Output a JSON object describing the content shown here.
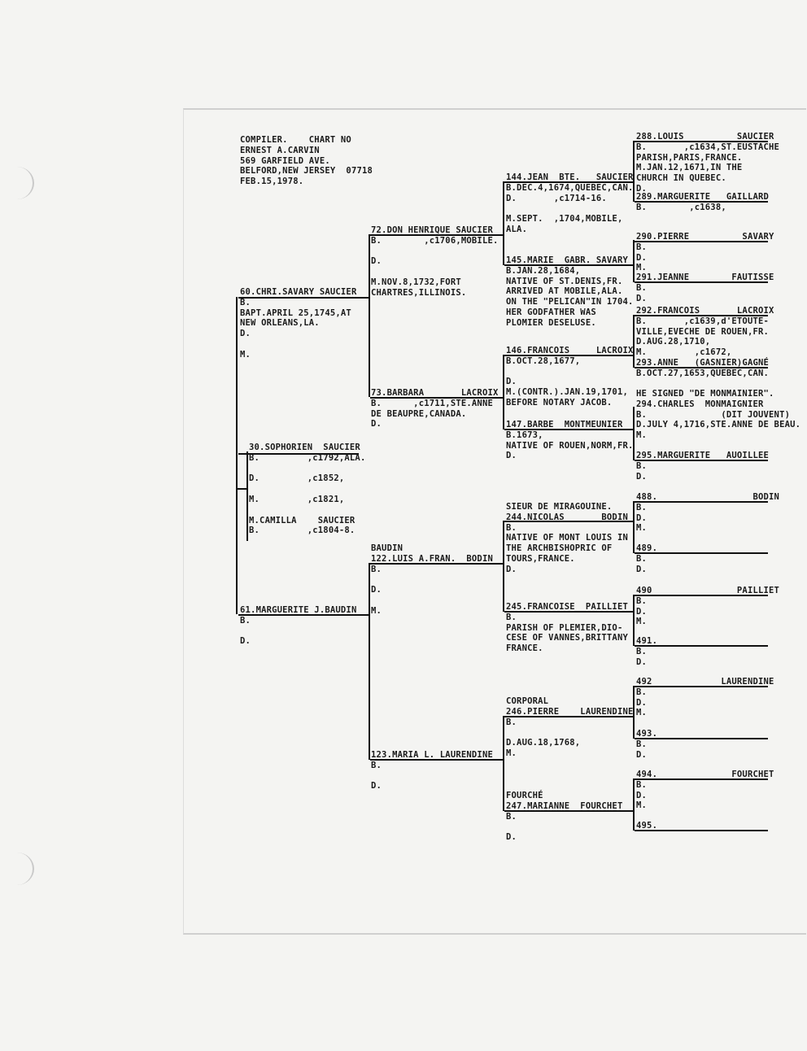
{
  "header": {
    "lines": [
      "COMPILER.    CHART NO",
      "ERNEST A.CARVIN",
      "569 GARFIELD AVE.",
      "BELFORD,NEW JERSEY  07718",
      "FEB.15,1978."
    ]
  },
  "p30": [
    "30.SOPHORIEN  SAUCIER",
    "B.         ,c1792,ALA.",
    "",
    "D.         ,c1852,",
    "",
    "M.         ,c1821,",
    "",
    "M.CAMILLA    SAUCIER",
    "B.         ,c1804-8."
  ],
  "p60": [
    "60.CHRI.SAVARY SAUCIER",
    "B.",
    "BAPT.APRIL 25,1745,AT",
    "NEW ORLEANS,LA.",
    "D.",
    "",
    "M."
  ],
  "p61": [
    "61.MARGUERITE J.BAUDIN",
    "B.",
    "",
    "D."
  ],
  "p72": [
    "72.DON HENRIQUE SAUCIER",
    "B.        ,c1706,MOBILE.",
    "",
    "D.",
    "",
    "M.NOV.8,1732,FORT",
    "CHARTRES,ILLINOIS."
  ],
  "p73": [
    "73.BARBARA       LACROIX",
    "B.      ,c1711,STE.ANNE",
    "DE BEAUPRE,CANADA.",
    "D."
  ],
  "p122": [
    "BAUDIN",
    "122.LUIS A.FRAN.  BODIN",
    "B.",
    "",
    "D.",
    "",
    "M."
  ],
  "p123": [
    "123.MARIA L. LAURENDINE",
    "B.",
    "",
    "D."
  ],
  "p144": [
    "144.JEAN  BTE.   SAUCIER",
    "B.DEC.4,1674,QUEBEC,CAN.",
    "D.       ,c1714-16.",
    "",
    "M.SEPT.  ,1704,MOBILE,",
    "ALA."
  ],
  "p145": [
    "145.MARIE  GABR. SAVARY",
    "B.JAN.28,1684,",
    "NATIVE OF ST.DENIS,FR.",
    "ARRIVED AT MOBILE,ALA.",
    "ON THE \"PELICAN\"IN 1704.",
    "HER GODFATHER WAS",
    "PLOMIER DESELUSE."
  ],
  "p146": [
    "146.FRANCOIS     LACROIX",
    "B.OCT.28,1677,",
    "",
    "D.",
    "M.(CONTR.).JAN.19,1701,",
    "BEFORE NOTARY JACOB."
  ],
  "p147": [
    "147.BARBE  MONTMEUNIER",
    "B.1673,",
    "NATIVE OF ROUEN,NORM,FR.",
    "D."
  ],
  "p244": [
    "SIEUR DE MIRAGOUINE.",
    "244.NICOLAS       BODIN",
    "B.",
    "NATIVE OF MONT LOUIS IN",
    "THE ARCHBISHOPRIC OF",
    "TOURS,FRANCE.",
    "D."
  ],
  "p245": [
    "245.FRANCOISE  PAILLIET",
    "B.",
    "PARISH OF PLEMIER,DIO-",
    "CESE OF VANNES,BRITTANY",
    "FRANCE."
  ],
  "p246": [
    "CORPORAL",
    "246.PIERRE    LAURENDINE",
    "B.",
    "",
    "D.AUG.18,1768,",
    "M."
  ],
  "p247": [
    "FOURCHÉ",
    "247.MARIANNE  FOURCHET",
    "B.",
    "",
    "D."
  ],
  "p288": [
    "288.LOUIS          SAUCIER",
    "B.       ,c1634,ST.EUSTACHE",
    "PARISH,PARIS,FRANCE.",
    "M.JAN.12,1671,IN THE",
    "CHURCH IN QUEBEC.",
    "D."
  ],
  "p289": [
    "289.MARGUERITE   GAILLARD",
    "B.        ,c1638,"
  ],
  "p290": [
    "290.PIERRE          SAVARY",
    "B.",
    "D.",
    "M."
  ],
  "p291": [
    "291.JEANNE        FAUTISSE",
    "B.",
    "D."
  ],
  "p292": [
    "292.FRANCOIS       LACROIX",
    "B.       ,c1639,d'ETOUTE-",
    "VILLE,EVECHE DE ROUEN,FR.",
    "D.AUG.28,1710,",
    "M.         ,c1672,"
  ],
  "p293": [
    "293.ANNE   (GASNIER)GAGNÉ",
    "B.OCT.27,1653,QUEBEC,CAN."
  ],
  "p294": [
    "HE SIGNED \"DE MONMAINIER\".",
    "294.CHARLES  MONMAIGNIER",
    "B.              (DIT JOUVENT)",
    "D.JULY 4,1716,STE.ANNE DE BEAU.",
    "M."
  ],
  "p295": [
    "295.MARGUERITE   AUOILLEE",
    "B.",
    "D."
  ],
  "p488": [
    "488.                  BODIN",
    "B.",
    "D.",
    "M."
  ],
  "p489": [
    "489.",
    "B.",
    "D."
  ],
  "p490": [
    "490                PAILLIET",
    "B.",
    "D.",
    "M."
  ],
  "p491": [
    "491.",
    "B.",
    "D."
  ],
  "p492": [
    "492             LAURENDINE",
    "B.",
    "D.",
    "M."
  ],
  "p493": [
    "493.",
    "B.",
    "D."
  ],
  "p494": [
    "494.              FOURCHET",
    "B.",
    "D.",
    "M."
  ],
  "p495": [
    "495."
  ]
}
